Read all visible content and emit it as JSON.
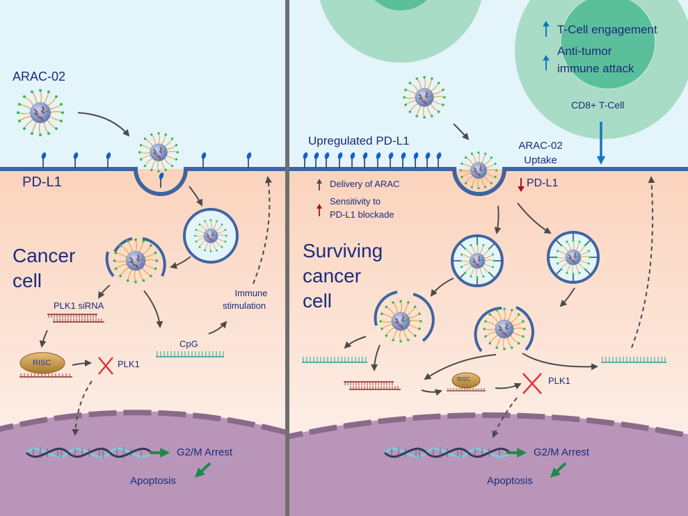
{
  "colors": {
    "text": "#1b2a7a",
    "extracellular": "#e4f4fb",
    "cytoplasm_top": "#fbd3bd",
    "cytoplasm_bottom": "#fdf3ee",
    "nucleus": "#b996b9",
    "nuclear_envelope": "#8a6a8a",
    "membrane": "#3f64a0",
    "pdl1": "#1560c8",
    "arrow_gray": "#4a4a4a",
    "arrow_green": "#1e8a4a",
    "arrow_blue": "#1277c0",
    "arrow_red": "#a3131b",
    "cross_red": "#e0333a",
    "sirna": "#8a2a2a",
    "cpg": "#2a9a9a",
    "tcell_outer": "#a9dcc6",
    "tcell_inner": "#5cbf9c"
  },
  "left_panel": {
    "nanoparticle_label": "ARAC-02",
    "receptor_label": "PD-L1",
    "cell_label_line1": "Cancer",
    "cell_label_line2": "cell",
    "sirna_label": "PLK1 siRNA",
    "cpg_label": "CpG",
    "immune_label_line1": "Immune",
    "immune_label_line2": "stimulation",
    "risc_label": "RISC",
    "plk1_label": "PLK1",
    "arrest_label": "G2/M Arrest",
    "apoptosis_label": "Apoptosis"
  },
  "right_panel": {
    "tcell_effect_1": "T-Cell engagement",
    "tcell_effect_2_line1": "Anti-tumor",
    "tcell_effect_2_line2": "immune attack",
    "tcell_label": "CD8+ T-Cell",
    "receptor_label": "Upregulated PD-L1",
    "uptake_label_line1": "ARAC-02",
    "uptake_label_line2": "Uptake",
    "pdl1_down_label": "PD-L1",
    "delivery_label": "Delivery of ARAC",
    "sensitivity_label_line1": "Sensitivity to",
    "sensitivity_label_line2": "PD-L1 blockade",
    "cell_label_line1": "Surviving",
    "cell_label_line2": "cancer",
    "cell_label_line3": "cell",
    "risc_label": "RISC",
    "plk1_label": "PLK1",
    "arrest_label": "G2/M Arrest",
    "apoptosis_label": "Apoptosis"
  }
}
